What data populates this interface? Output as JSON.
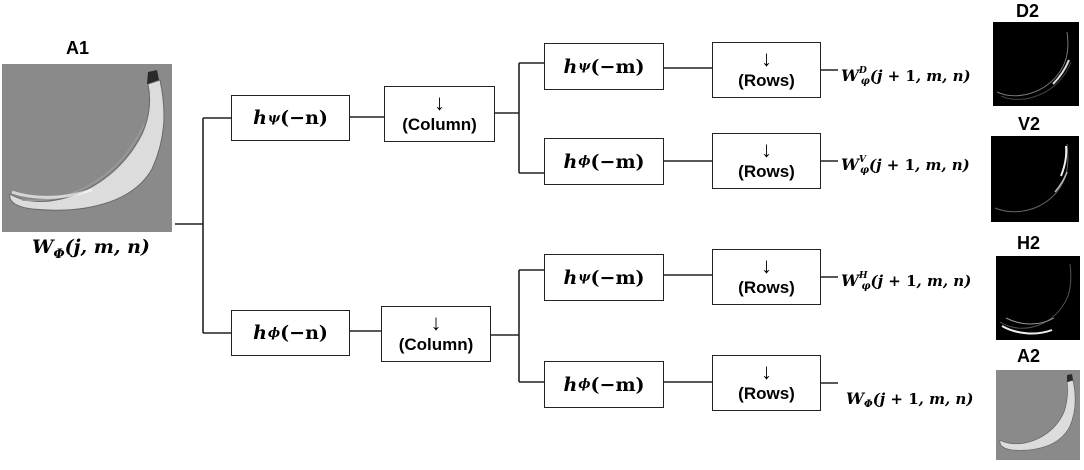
{
  "input": {
    "caption": "A1",
    "formula_base": "W",
    "formula_sub": "Φ",
    "formula_args": "(j, m, n)"
  },
  "stage1": {
    "upper_filter": {
      "base": "h",
      "sub": "ψ",
      "arg": "(−n)"
    },
    "lower_filter": {
      "base": "h",
      "sub": "ϕ",
      "arg": "(−n)"
    },
    "upper_downsample": {
      "arrow": "↓",
      "label": "(Column)"
    },
    "lower_downsample": {
      "arrow": "↓",
      "label": "(Column)"
    }
  },
  "stage2": {
    "filters": [
      {
        "base": "h",
        "sub": "ψ",
        "arg": "(−m)"
      },
      {
        "base": "h",
        "sub": "ϕ",
        "arg": "(−m)"
      },
      {
        "base": "h",
        "sub": "ψ",
        "arg": "(−m)"
      },
      {
        "base": "h",
        "sub": "ϕ",
        "arg": "(−m)"
      }
    ],
    "downsamples": [
      {
        "arrow": "↓",
        "label": "(Rows)"
      },
      {
        "arrow": "↓",
        "label": "(Rows)"
      },
      {
        "arrow": "↓",
        "label": "(Rows)"
      },
      {
        "arrow": "↓",
        "label": "(Rows)"
      }
    ]
  },
  "outputs": [
    {
      "caption": "D2",
      "base": "W",
      "sup": "D",
      "sub": "φ",
      "args_pre": "(j + ",
      "one": "1",
      "args_post": ", m, n)"
    },
    {
      "caption": "V2",
      "base": "W",
      "sup": "V",
      "sub": "φ",
      "args_pre": "(j + ",
      "one": "1",
      "args_post": ", m, n)"
    },
    {
      "caption": "H2",
      "base": "W",
      "sup": "H",
      "sub": "φ",
      "args_pre": "(j + ",
      "one": "1",
      "args_post": ", m, n)"
    },
    {
      "caption": "A2",
      "base": "W",
      "sup": "",
      "sub": "Φ",
      "args_pre": "(j + ",
      "one": "1",
      "args_post": ", m, n)"
    }
  ],
  "colors": {
    "approx_background": "#8a8a8a",
    "detail_background": "#000000",
    "banana": "#e2e2e2",
    "line": "#222222"
  }
}
